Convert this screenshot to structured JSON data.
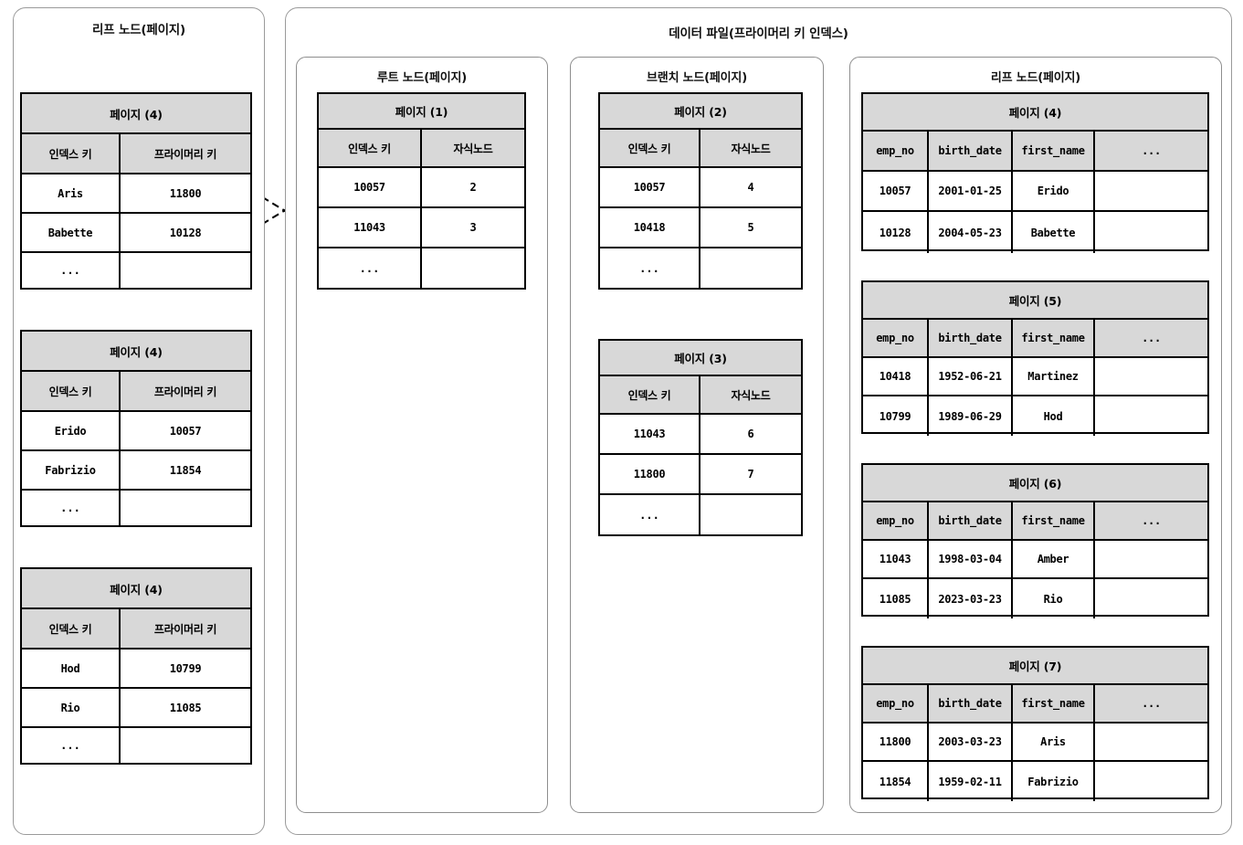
{
  "diagram": {
    "title": "데이터 파일(프라이머리 키 인덱스)",
    "left_panel_title": "리프 노드(페이지)",
    "root_panel_title": "루트 노드(페이지)",
    "branch_panel_title": "브랜치 노드(페이지)",
    "leaf_panel_title": "리프 노드(페이지)"
  },
  "labels": {
    "index_key": "인덱스 키",
    "primary_key": "프라이머리 키",
    "child_node": "자식노드",
    "ellipsis": "...",
    "emp_no": "emp_no",
    "birth_date": "birth_date",
    "first_name": "first_name",
    "more_cols": "..."
  },
  "secondary_index_pages": [
    {
      "page_title": "페이지 (4)",
      "columns": [
        "인덱스 키",
        "프라이머리 키"
      ],
      "rows": [
        [
          "Aris",
          "11800"
        ],
        [
          "Babette",
          "10128"
        ],
        [
          "...",
          ""
        ]
      ]
    },
    {
      "page_title": "페이지 (4)",
      "columns": [
        "인덱스 키",
        "프라이머리 키"
      ],
      "rows": [
        [
          "Erido",
          "10057"
        ],
        [
          "Fabrizio",
          "11854"
        ],
        [
          "...",
          ""
        ]
      ]
    },
    {
      "page_title": "페이지 (4)",
      "columns": [
        "인덱스 키",
        "프라이머리 키"
      ],
      "rows": [
        [
          "Hod",
          "10799"
        ],
        [
          "Rio",
          "11085"
        ],
        [
          "...",
          ""
        ]
      ]
    }
  ],
  "root_page": {
    "page_title": "페이지 (1)",
    "columns": [
      "인덱스 키",
      "자식노드"
    ],
    "rows": [
      [
        "10057",
        "2"
      ],
      [
        "11043",
        "3"
      ],
      [
        "...",
        ""
      ]
    ]
  },
  "branch_pages": [
    {
      "page_title": "페이지 (2)",
      "columns": [
        "인덱스 키",
        "자식노드"
      ],
      "rows": [
        [
          "10057",
          "4"
        ],
        [
          "10418",
          "5"
        ],
        [
          "...",
          ""
        ]
      ]
    },
    {
      "page_title": "페이지 (3)",
      "columns": [
        "인덱스 키",
        "자식노드"
      ],
      "rows": [
        [
          "11043",
          "6"
        ],
        [
          "11800",
          "7"
        ],
        [
          "...",
          ""
        ]
      ]
    }
  ],
  "leaf_pages": [
    {
      "page_title": "페이지 (4)",
      "columns": [
        "emp_no",
        "birth_date",
        "first_name",
        "..."
      ],
      "rows": [
        [
          "10057",
          "2001-01-25",
          "Erido",
          ""
        ],
        [
          "10128",
          "2004-05-23",
          "Babette",
          ""
        ]
      ]
    },
    {
      "page_title": "페이지 (5)",
      "columns": [
        "emp_no",
        "birth_date",
        "first_name",
        "..."
      ],
      "rows": [
        [
          "10418",
          "1952-06-21",
          "Martinez",
          ""
        ],
        [
          "10799",
          "1989-06-29",
          "Hod",
          ""
        ]
      ]
    },
    {
      "page_title": "페이지 (6)",
      "columns": [
        "emp_no",
        "birth_date",
        "first_name",
        "..."
      ],
      "rows": [
        [
          "11043",
          "1998-03-04",
          "Amber",
          ""
        ],
        [
          "11085",
          "2023-03-23",
          "Rio",
          ""
        ]
      ]
    },
    {
      "page_title": "페이지 (7)",
      "columns": [
        "emp_no",
        "birth_date",
        "first_name",
        "..."
      ],
      "rows": [
        [
          "11800",
          "2003-03-23",
          "Aris",
          ""
        ],
        [
          "11854",
          "1959-02-11",
          "Fabrizio",
          ""
        ]
      ]
    }
  ],
  "colors": {
    "header_fill": "#d8d8d8",
    "border": "#000000",
    "panel_border": "#9a9a9a",
    "text": "#000000",
    "link": "#000000"
  }
}
